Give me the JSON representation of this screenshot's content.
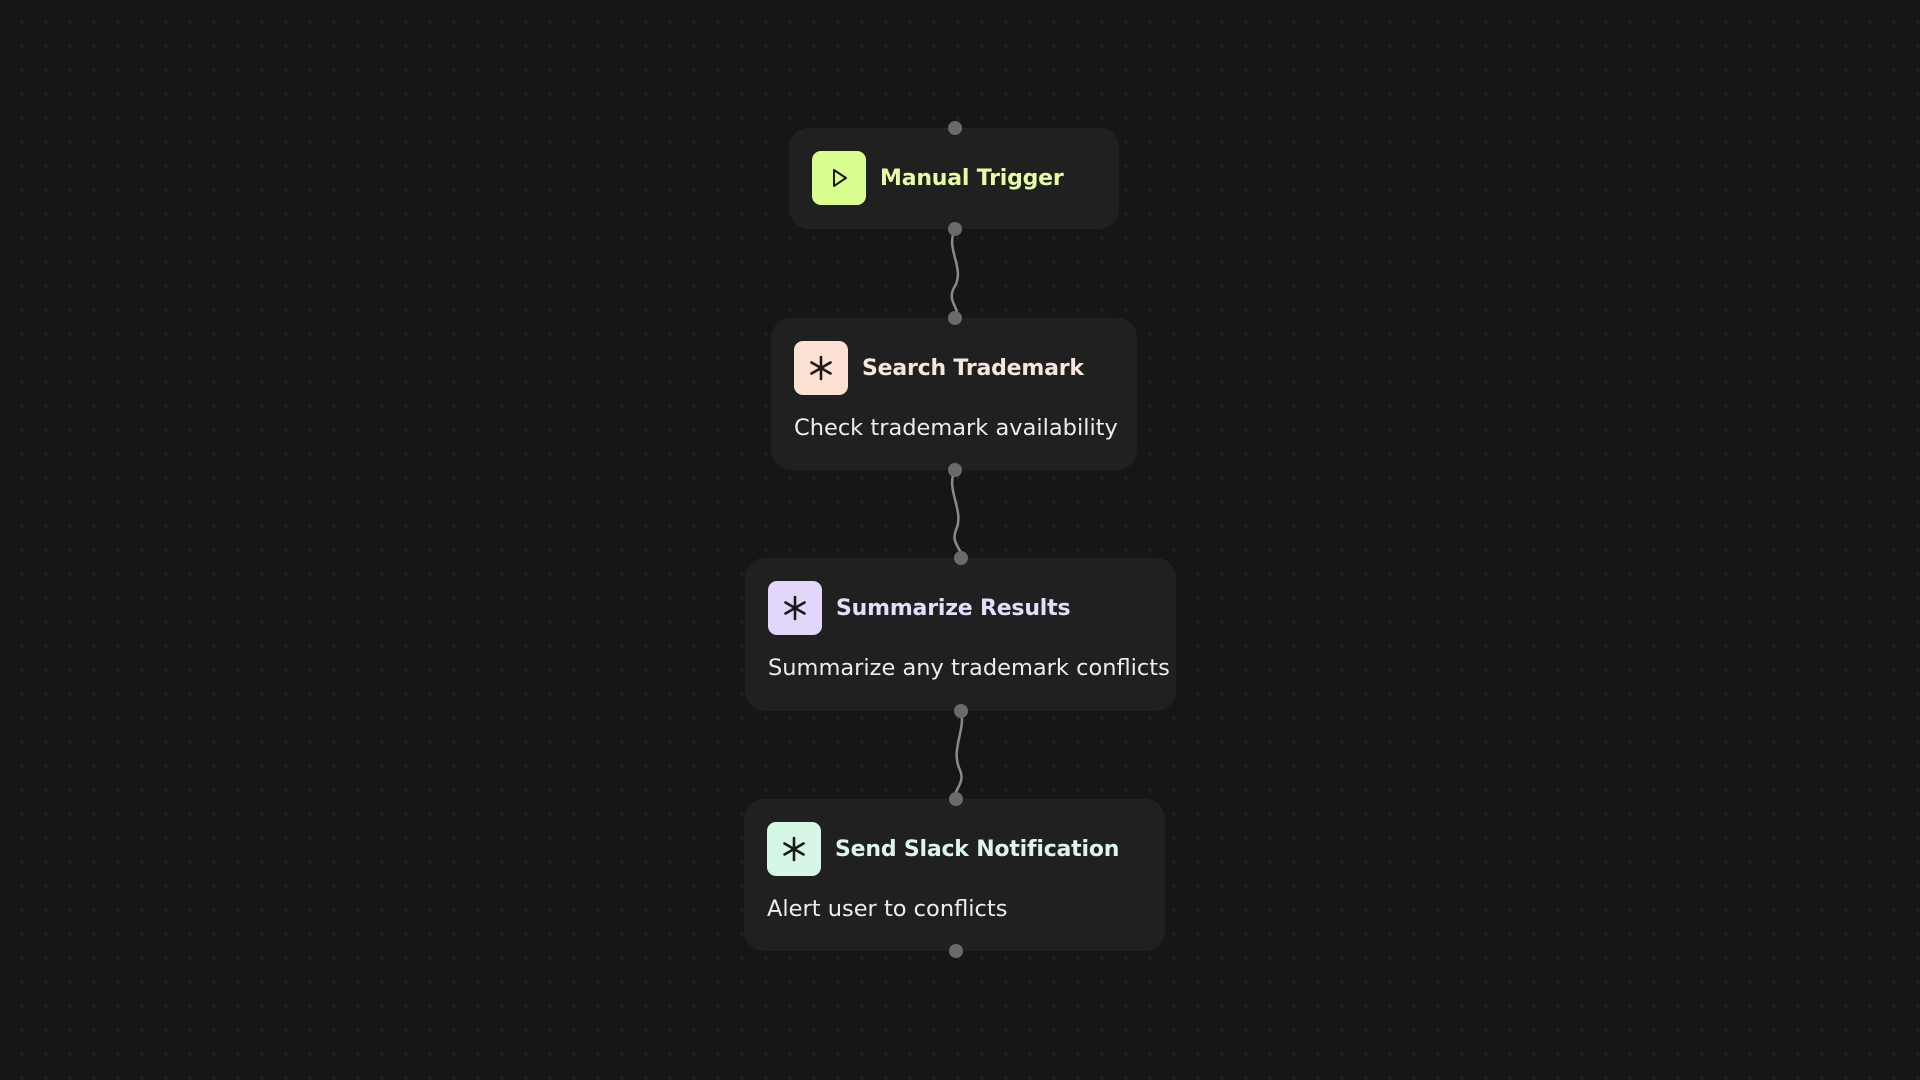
{
  "nodes": [
    {
      "id": "manual-trigger",
      "title": "Manual Trigger",
      "description": "",
      "icon": "play-icon",
      "icon_bg": "#d9fd8e",
      "title_color": "#e6fba6"
    },
    {
      "id": "search-trademark",
      "title": "Search Trademark",
      "description": "Check trademark availability",
      "icon": "asterisk-icon",
      "icon_bg": "#fde1d3",
      "title_color": "#f6e6de"
    },
    {
      "id": "summarize-results",
      "title": "Summarize Results",
      "description": "Summarize any trademark conflicts",
      "icon": "asterisk-icon",
      "icon_bg": "#e3d6fb",
      "title_color": "#e8dcfb"
    },
    {
      "id": "send-slack-notification",
      "title": "Send Slack Notification",
      "description": "Alert user to conflicts",
      "icon": "asterisk-icon",
      "icon_bg": "#d6f6e6",
      "title_color": "#def5ea"
    }
  ],
  "edges": [
    {
      "from": "manual-trigger",
      "to": "search-trademark"
    },
    {
      "from": "search-trademark",
      "to": "summarize-results"
    },
    {
      "from": "summarize-results",
      "to": "send-slack-notification"
    }
  ],
  "colors": {
    "background": "#161616",
    "node_bg": "#202020",
    "handle": "#6a6a6a",
    "edge": "#8a8a8a",
    "icon_glyph": "#1a1a1a"
  }
}
